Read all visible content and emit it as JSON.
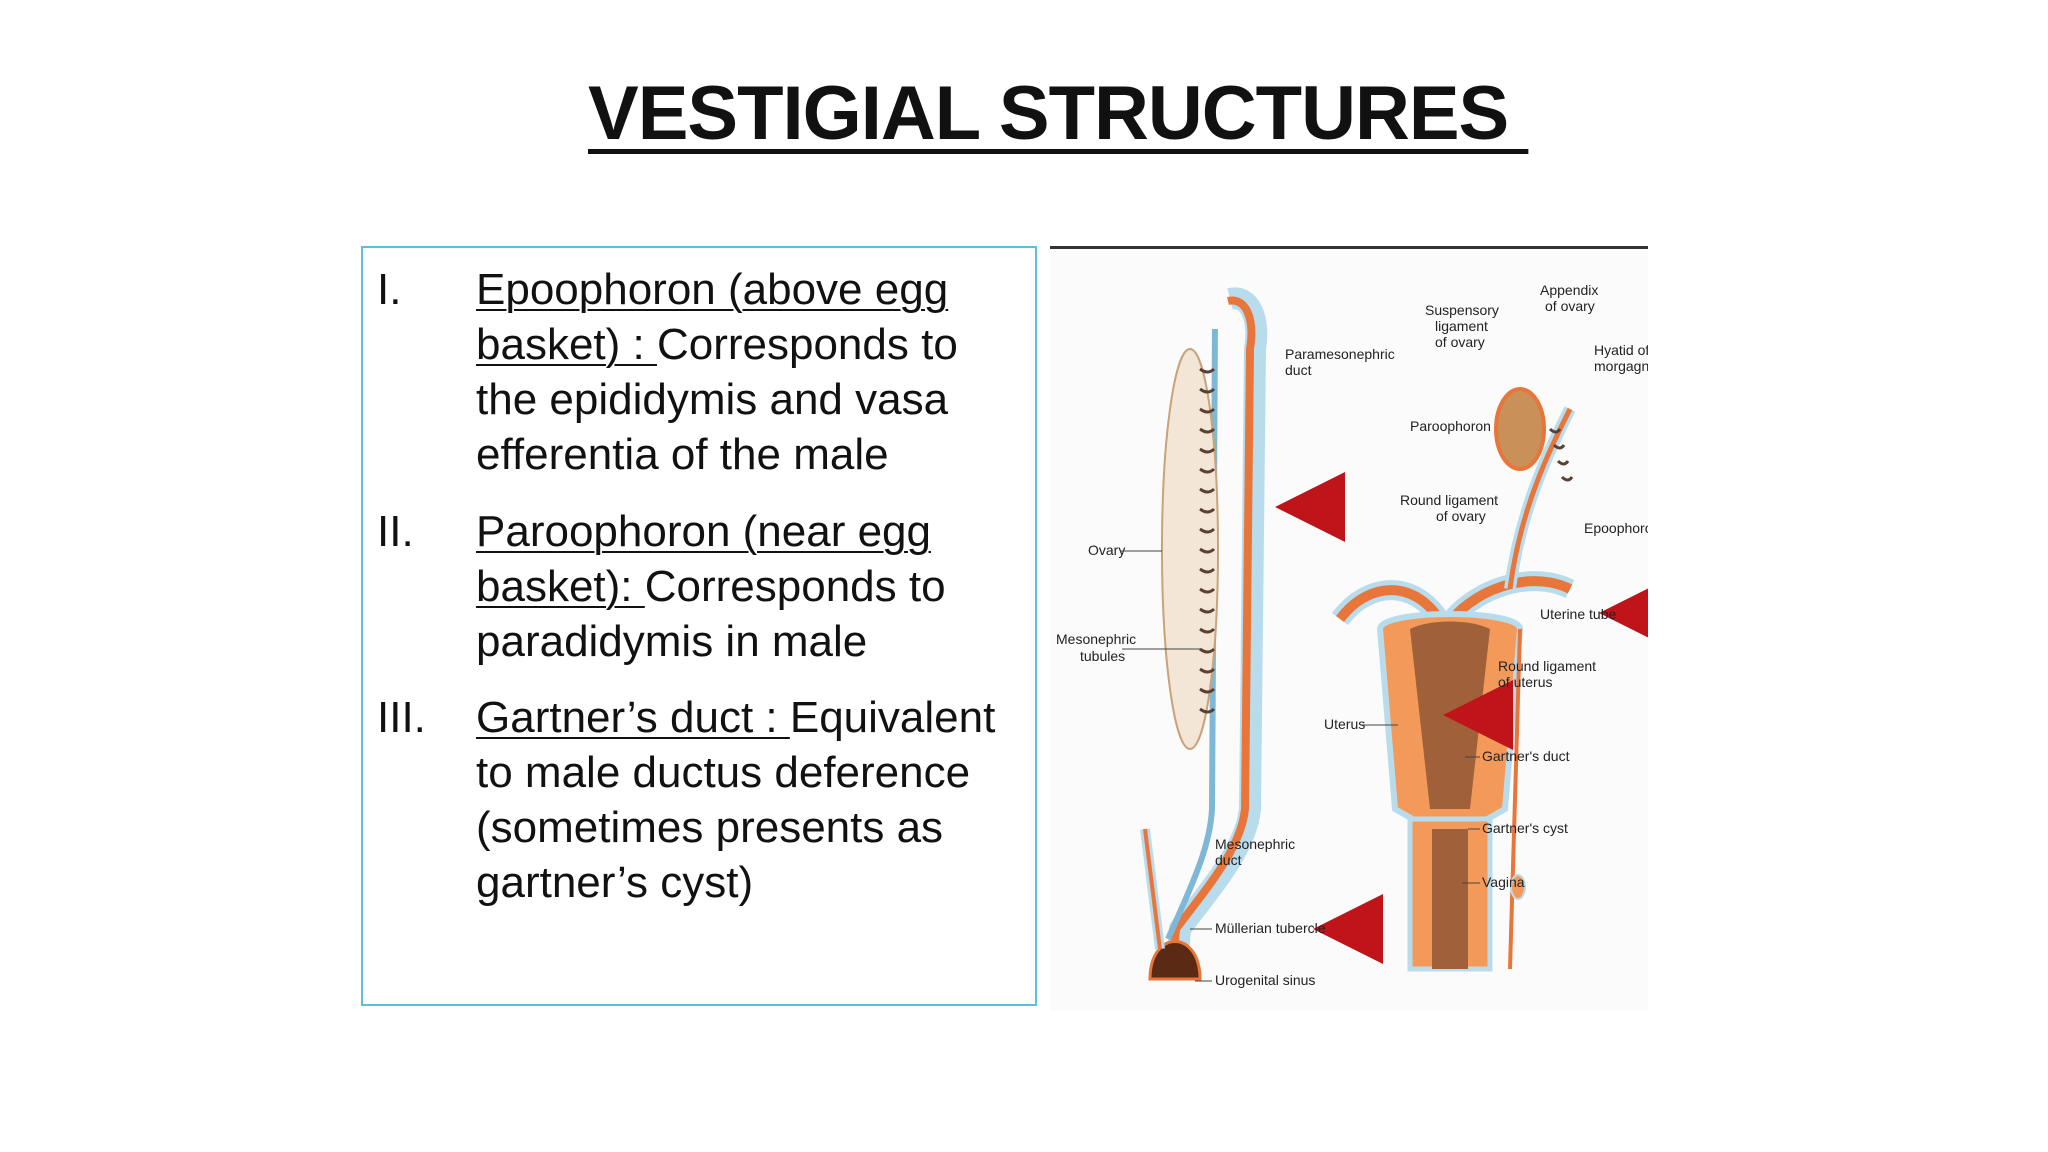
{
  "slide": {
    "title": "VESTIGIAL STRUCTURES ",
    "items": [
      {
        "num": "I.",
        "term": "Epoophoron (above egg basket) : ",
        "desc": "Corresponds to the epididymis and vasa efferentia of the male"
      },
      {
        "num": "II.",
        "term": "Paroophoron (near egg basket): ",
        "desc": "Corresponds to paradidymis in male"
      },
      {
        "num": "III.",
        "term": "Gartner’s duct : ",
        "desc": "Equivalent to male ductus deference (sometimes presents as gartner’s cyst)"
      }
    ]
  },
  "figure": {
    "labels": {
      "paramesonephric_duct": [
        "Paramesonephric",
        "duct"
      ],
      "ovary": "Ovary",
      "mesonephric_tubules": [
        "Mesonephric",
        "tubules"
      ],
      "mesonephric_duct": [
        "Mesonephric",
        "duct"
      ],
      "mullerian_tubercle": "Müllerian tubercle",
      "urogenital_sinus": "Urogenital sinus",
      "suspensory_ligament": [
        "Suspensory",
        "ligament",
        "of ovary"
      ],
      "appendix_of_ovary": [
        "Appendix",
        "of ovary"
      ],
      "hydatid_of_morgagni": [
        "Hyatid of",
        "morgagni"
      ],
      "paroophoron": "Paroophoron",
      "round_ligament_of_ovary": [
        "Round ligament",
        "of ovary"
      ],
      "epoophoron": "Epoophoron",
      "uterine_tube": "Uterine tube",
      "round_ligament_of_uterus": [
        "Round ligament",
        "of uterus"
      ],
      "uterus": "Uterus",
      "gartners_duct": "Gartner's duct",
      "gartners_cyst": "Gartner's cyst",
      "vagina": "Vagina"
    },
    "colors": {
      "duct": "#e8753a",
      "duct_fill": "#f39a5a",
      "halo": "#b9dcec",
      "arrow": "#c0141b",
      "tissue": "#f4e6d6"
    }
  }
}
